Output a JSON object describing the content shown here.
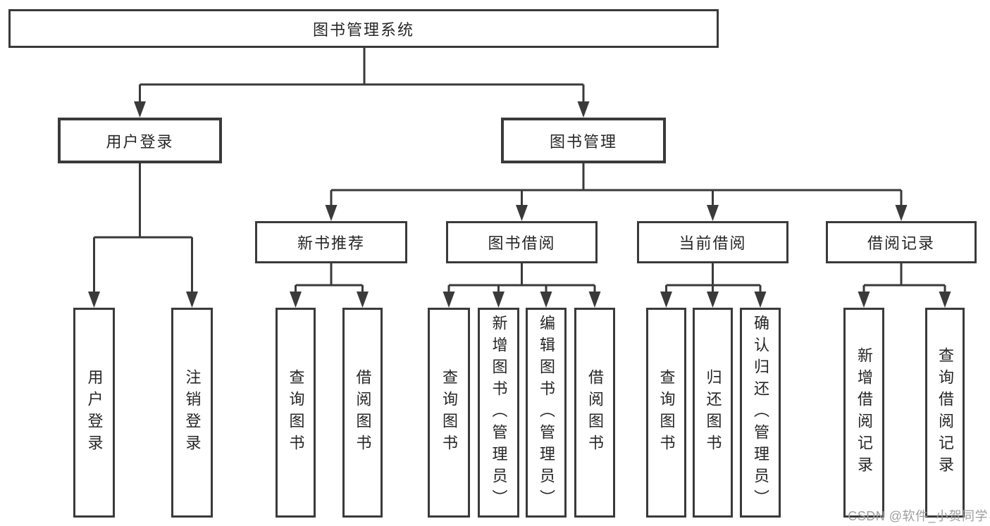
{
  "diagram": {
    "type": "hierarchy-flowchart",
    "colors": {
      "line": "#3a3a3a",
      "box_border": "#3a3a3a",
      "text": "#262626",
      "background": "#ffffff",
      "watermark": "#9e9e9e"
    },
    "root": {
      "label": "图书管理系统"
    },
    "branches": [
      {
        "label": "用户登录",
        "children": [
          {
            "label": "用户登录"
          },
          {
            "label": "注销登录"
          }
        ]
      },
      {
        "label": "图书管理",
        "children": [
          {
            "label": "新书推荐",
            "children": [
              {
                "label": "查询图书"
              },
              {
                "label": "借阅图书"
              }
            ]
          },
          {
            "label": "图书借阅",
            "children": [
              {
                "label": "查询图书"
              },
              {
                "label": "新增图书（管理员）"
              },
              {
                "label": "编辑图书（管理员）"
              },
              {
                "label": "借阅图书"
              }
            ]
          },
          {
            "label": "当前借阅",
            "children": [
              {
                "label": "查询图书"
              },
              {
                "label": "归还图书"
              },
              {
                "label": "确认归还（管理员）"
              }
            ]
          },
          {
            "label": "借阅记录",
            "children": [
              {
                "label": "新增借阅记录"
              },
              {
                "label": "查询借阅记录"
              }
            ]
          }
        ]
      }
    ]
  },
  "watermark": {
    "text": "CSDN @软件_小贺同学"
  }
}
